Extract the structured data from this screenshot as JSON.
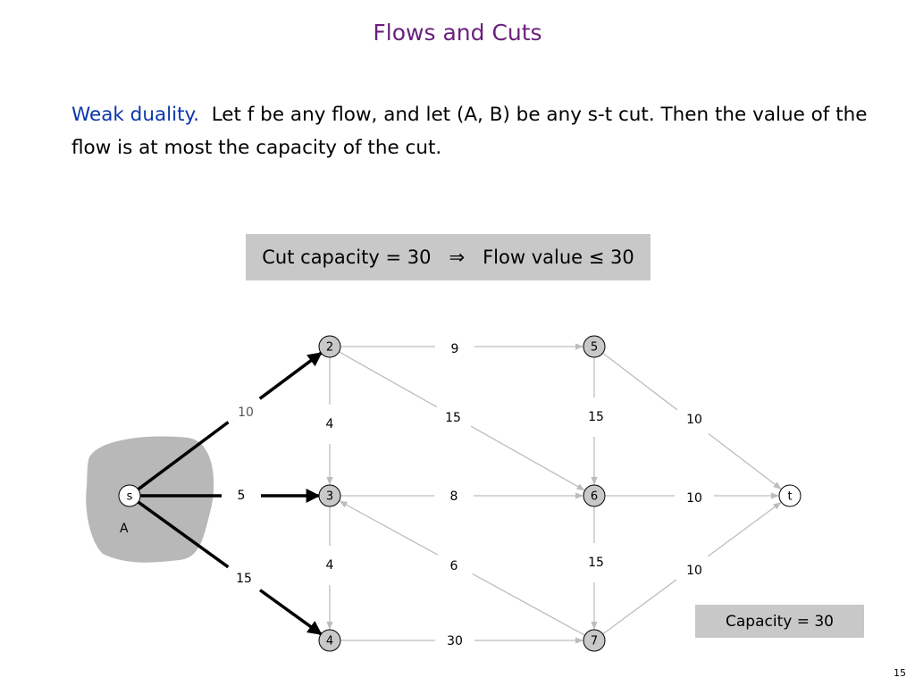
{
  "title": "Flows and Cuts",
  "paragraph": {
    "keyword": "Weak duality.",
    "text": "Let f be any flow, and let (A, B) be any s-t cut.  Then the value of the flow is at most the capacity of the cut."
  },
  "callout": {
    "left": "Cut capacity = 30",
    "arrow": "⇒",
    "right": "Flow value ≤ 30"
  },
  "capacity_box": "Capacity = 30",
  "page_number": "15",
  "graph": {
    "region_label": "A",
    "nodes": [
      {
        "id": "s",
        "label": "s"
      },
      {
        "id": "2",
        "label": "2"
      },
      {
        "id": "3",
        "label": "3"
      },
      {
        "id": "4",
        "label": "4"
      },
      {
        "id": "5",
        "label": "5"
      },
      {
        "id": "6",
        "label": "6"
      },
      {
        "id": "7",
        "label": "7"
      },
      {
        "id": "t",
        "label": "t"
      }
    ],
    "edges": [
      {
        "from": "s",
        "to": "2",
        "capacity": "10",
        "cut": true
      },
      {
        "from": "s",
        "to": "3",
        "capacity": "5",
        "cut": true
      },
      {
        "from": "s",
        "to": "4",
        "capacity": "15",
        "cut": true
      },
      {
        "from": "2",
        "to": "5",
        "capacity": "9",
        "cut": false
      },
      {
        "from": "2",
        "to": "3",
        "capacity": "4",
        "cut": false
      },
      {
        "from": "2",
        "to": "6",
        "capacity": "15",
        "cut": false
      },
      {
        "from": "3",
        "to": "6",
        "capacity": "8",
        "cut": false
      },
      {
        "from": "3",
        "to": "4",
        "capacity": "4",
        "cut": false
      },
      {
        "from": "7",
        "to": "3",
        "capacity": "6",
        "cut": false
      },
      {
        "from": "4",
        "to": "7",
        "capacity": "30",
        "cut": false
      },
      {
        "from": "5",
        "to": "6",
        "capacity": "15",
        "cut": false
      },
      {
        "from": "5",
        "to": "t",
        "capacity": "10",
        "cut": false
      },
      {
        "from": "6",
        "to": "t",
        "capacity": "10",
        "cut": false
      },
      {
        "from": "6",
        "to": "7",
        "capacity": "15",
        "cut": false
      },
      {
        "from": "7",
        "to": "t",
        "capacity": "10",
        "cut": false
      }
    ]
  }
}
